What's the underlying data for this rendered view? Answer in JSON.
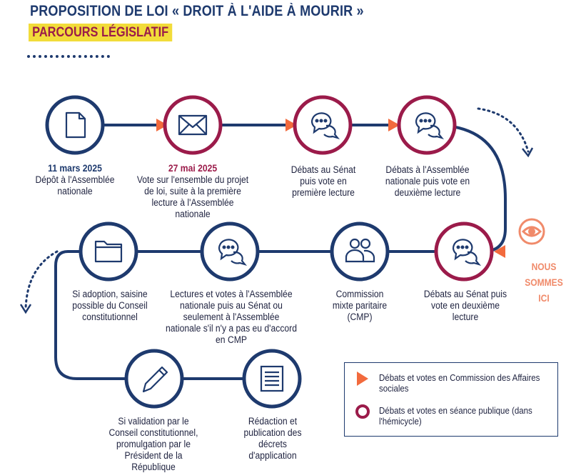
{
  "header": {
    "title": "PROPOSITION DE LOI « DROIT À L'AIDE À MOURIR »",
    "subtitle": "PARCOURS LÉGISLATIF"
  },
  "steps": [
    {
      "icon": "document-icon",
      "color": "#1e3a6e",
      "date": "11 mars 2025",
      "text": "Dépôt à l'Assemblée nationale"
    },
    {
      "icon": "envelope-icon",
      "color": "#9b1b4a",
      "date": "27 mai 2025",
      "text": "Vote sur l'ensemble du projet de loi, suite à la première lecture à l'Assemblée nationale"
    },
    {
      "icon": "chat-icon",
      "color": "#9b1b4a",
      "date": "",
      "text": "Débats au Sénat puis vote en première lecture"
    },
    {
      "icon": "chat-icon",
      "color": "#9b1b4a",
      "date": "",
      "text": "Débats à l'Assemblée nationale puis vote en deuxième lecture"
    },
    {
      "icon": "chat-icon",
      "color": "#9b1b4a",
      "date": "",
      "text": "Débats au Sénat puis vote en deuxième lecture"
    },
    {
      "icon": "people-icon",
      "color": "#1e3a6e",
      "date": "",
      "text": "Commission mixte paritaire (CMP)"
    },
    {
      "icon": "chat-icon",
      "color": "#1e3a6e",
      "date": "",
      "text": "Lectures et votes à l'Assemblée nationale puis au Sénat ou seulement à l'Assemblée nationale s'il n'y a pas eu d'accord en CMP"
    },
    {
      "icon": "folder-icon",
      "color": "#1e3a6e",
      "date": "",
      "text": "Si adoption, saisine possible du Conseil constitutionnel"
    },
    {
      "icon": "pen-icon",
      "color": "#1e3a6e",
      "date": "",
      "text": "Si validation par le Conseil constitutionnel, promulgation par le Président de la République"
    },
    {
      "icon": "text-document-icon",
      "color": "#1e3a6e",
      "date": "",
      "text": "Rédaction et publication des décrets d'application"
    }
  ],
  "marker": {
    "text_line1": "NOUS",
    "text_line2": "SOMMES ICI"
  },
  "legend": {
    "commission": "Débats et votes en Commission des Affaires sociales",
    "seance": "Débats et votes en séance publique (dans l'hémicycle)"
  },
  "colors": {
    "navy": "#1e3a6e",
    "burgundy": "#9b1b4a",
    "orange": "#f26a3d",
    "yellow": "#f2dc3a"
  }
}
